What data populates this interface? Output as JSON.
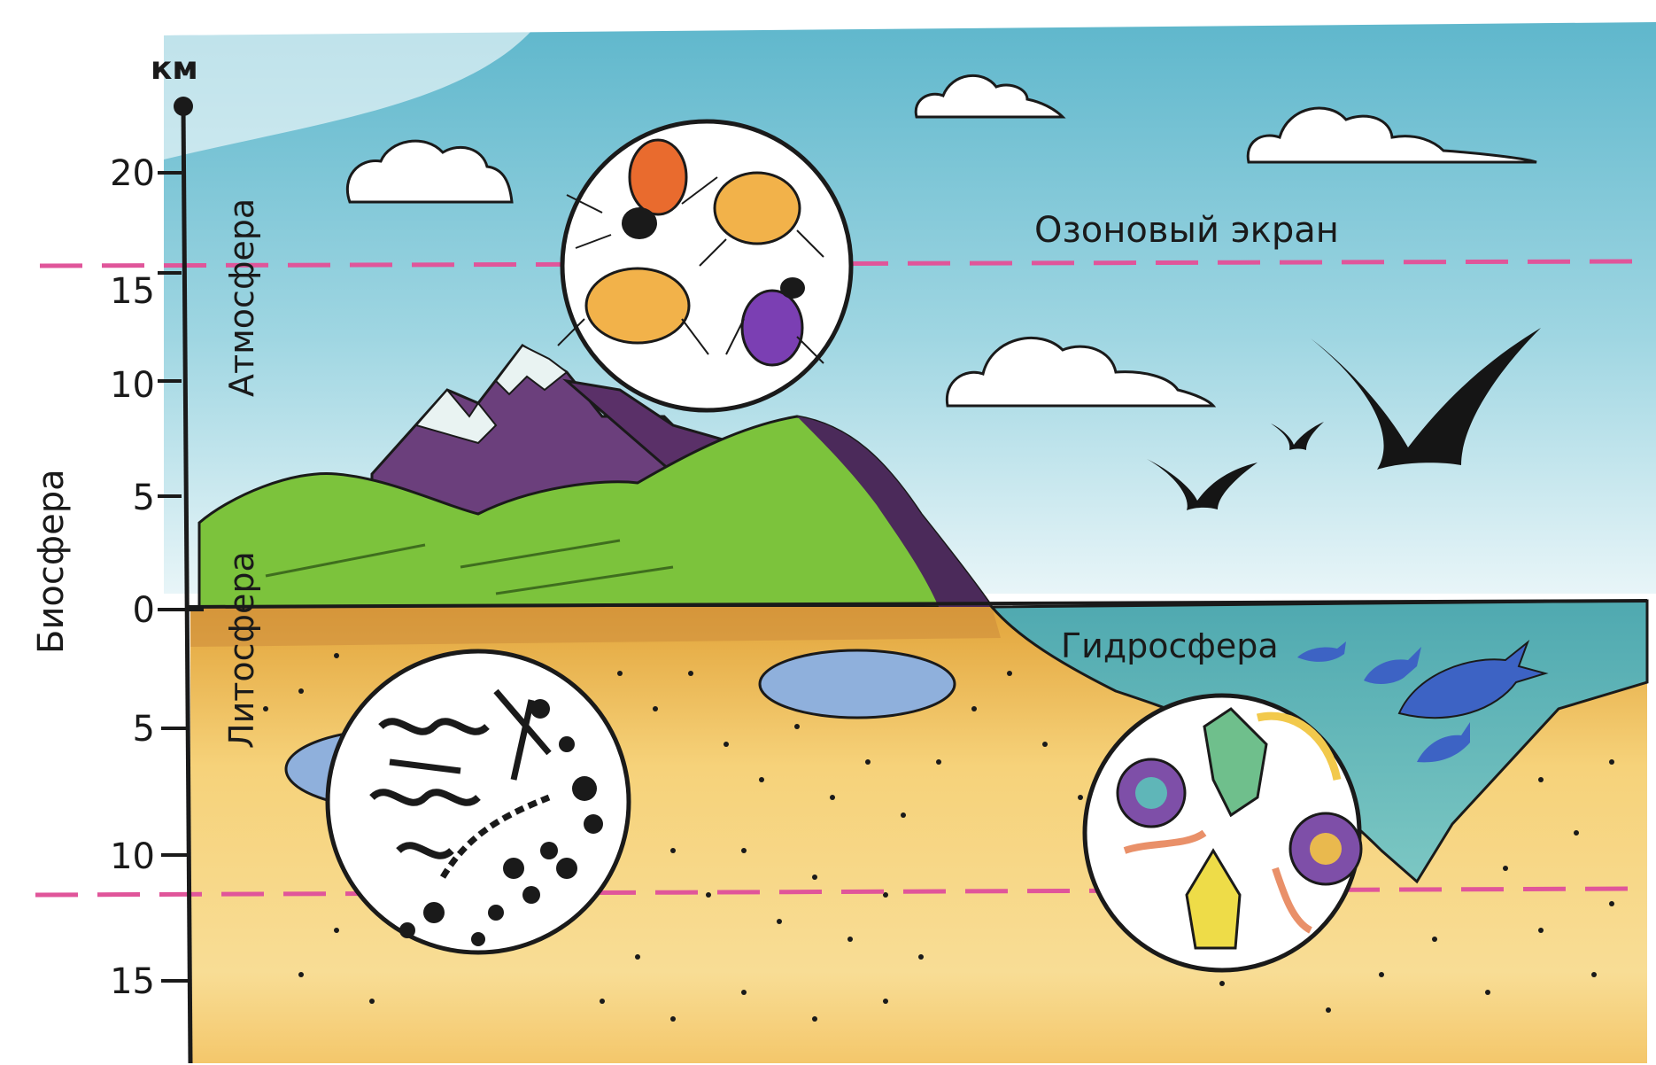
{
  "scale": {
    "unit": "км",
    "upper_ticks": [
      "20",
      "15",
      "10",
      "5",
      "0"
    ],
    "lower_ticks": [
      "5",
      "10",
      "15"
    ]
  },
  "labels": {
    "biosphere": "Биосфера",
    "atmosphere": "Атмосфера",
    "lithosphere": "Литосфера",
    "hydrosphere": "Гидросфера",
    "ozone_screen": "Озоновый экран"
  },
  "colors": {
    "sky": "#7cc6d6",
    "boundary_line": "#e0559a",
    "grass": "#7cc33c",
    "mountain": "#6b3f7c",
    "soil": "#f2c45c",
    "water": "#5fb6b8",
    "ground_water": "#8fb0dc"
  }
}
